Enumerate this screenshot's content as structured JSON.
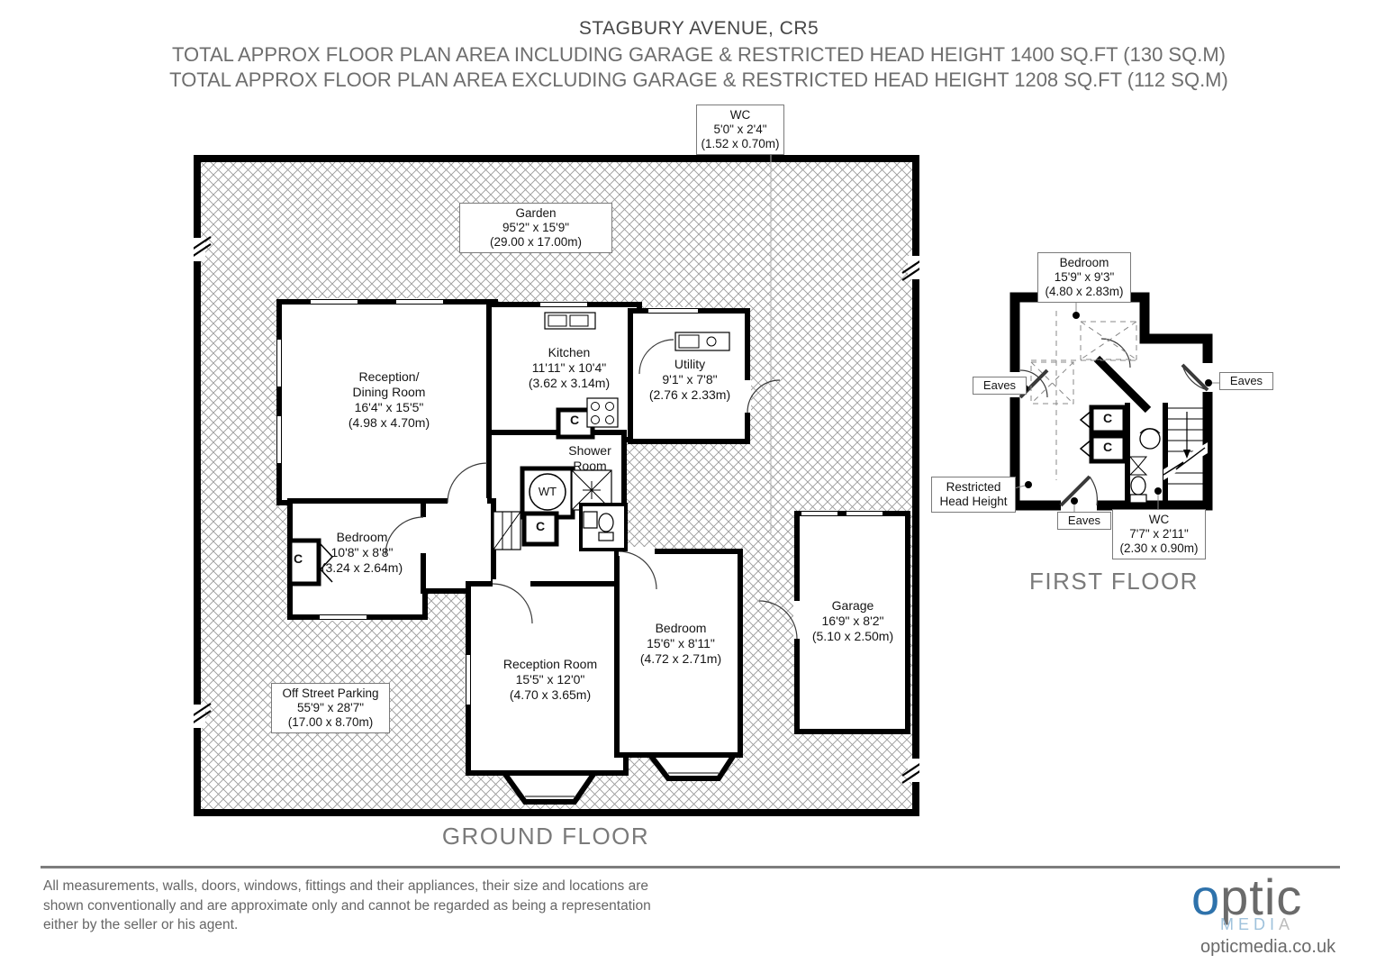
{
  "header": {
    "title": "STAGBURY AVENUE, CR5",
    "subtitle1": "TOTAL APPROX FLOOR PLAN AREA INCLUDING GARAGE & RESTRICTED HEAD HEIGHT 1400 SQ.FT (130 SQ.M)",
    "subtitle2": "TOTAL APPROX FLOOR PLAN AREA EXCLUDING GARAGE & RESTRICTED HEAD HEIGHT 1208 SQ.FT (112 SQ.M)"
  },
  "ground_floor": {
    "title": "GROUND FLOOR",
    "wc_callout": {
      "n": "WC",
      "d": "5'0\" x 2'4\"",
      "m": "(1.52 x 0.70m)"
    },
    "garden": {
      "n": "Garden",
      "d": "95'2\" x 15'9\"",
      "m": "(29.00 x 17.00m)"
    },
    "parking": {
      "n": "Off Street Parking",
      "d": "55'9\" x 28'7\"",
      "m": "(17.00 x 8.70m)"
    },
    "reception_dining": {
      "n": "Reception/",
      "n2": "Dining Room",
      "d": "16'4\" x 15'5\"",
      "m": "(4.98 x 4.70m)"
    },
    "kitchen": {
      "n": "Kitchen",
      "d": "11'11\" x 10'4\"",
      "m": "(3.62 x 3.14m)"
    },
    "utility": {
      "n": "Utility",
      "d": "9'1\" x 7'8\"",
      "m": "(2.76 x 2.33m)"
    },
    "shower": {
      "n": "Shower",
      "n2": "Room"
    },
    "bedroom_left": {
      "n": "Bedroom",
      "d": "10'8\" x 8'8\"",
      "m": "(3.24 x 2.64m)"
    },
    "reception_room": {
      "n": "Reception Room",
      "d": "15'5\" x 12'0\"",
      "m": "(4.70 x 3.65m)"
    },
    "bedroom_right": {
      "n": "Bedroom",
      "d": "15'6\" x 8'11\"",
      "m": "(4.72 x 2.71m)"
    },
    "garage": {
      "n": "Garage",
      "d": "16'9\" x 8'2\"",
      "m": "(5.10 x 2.50m)"
    },
    "closet": "C",
    "water_tank": "WT"
  },
  "first_floor": {
    "title": "FIRST FLOOR",
    "bedroom": {
      "n": "Bedroom",
      "d": "15'9\" x 9'3\"",
      "m": "(4.80 x 2.83m)"
    },
    "wc": {
      "n": "WC",
      "d": "7'7\" x 2'11\"",
      "m": "(2.30 x 0.90m)"
    },
    "eaves": "Eaves",
    "restricted": {
      "l1": "Restricted",
      "l2": "Head Height"
    },
    "closet": "C"
  },
  "footer": {
    "disclaimer": [
      "All measurements, walls, doors, windows, fittings and their appliances, their size and locations are",
      "shown conventionally and are approximate only and cannot be regarded as being a representation",
      "either by the seller or his agent."
    ],
    "logo": {
      "o": "o",
      "ptic": "ptic",
      "medi": "MEDI",
      "a": "A",
      "url": "opticmedia.co.uk"
    }
  },
  "colors": {
    "logo_blue": "#2e72ab",
    "media_blue": "#9fc2dc",
    "text_gray": "#6e6e6e",
    "floor_label_gray": "#7a7a7a"
  }
}
